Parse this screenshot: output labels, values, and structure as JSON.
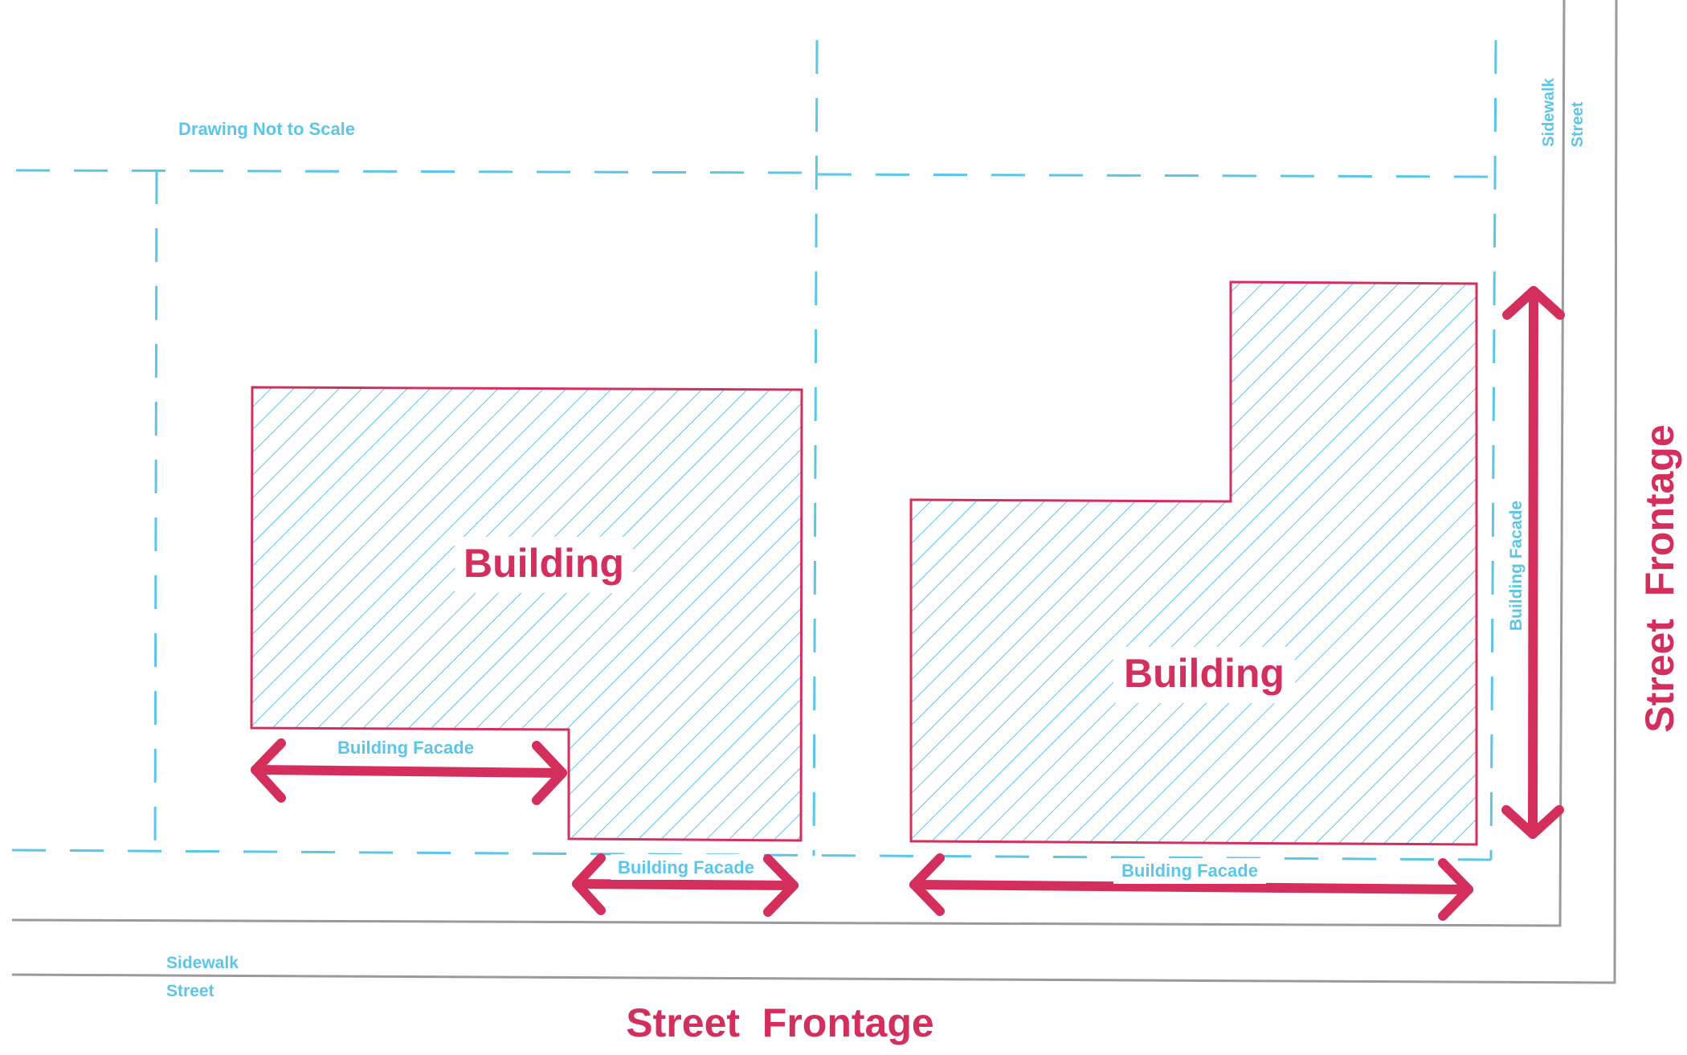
{
  "notice": "Drawing Not to Scale",
  "buildings": [
    {
      "label": "Building"
    },
    {
      "label": "Building"
    }
  ],
  "facades": [
    {
      "label": "Building Facade"
    },
    {
      "label": "Building Facade"
    },
    {
      "label": "Building Facade"
    },
    {
      "label": "Building Facade"
    }
  ],
  "bottom": {
    "sidewalk_label": "Sidewalk",
    "street_label": "Street",
    "frontage_label": "Street  Frontage"
  },
  "right": {
    "sidewalk_label": "Sidewalk",
    "street_label": "Street",
    "frontage_label": "Street  Frontage"
  },
  "colors": {
    "red": "#d42f5c",
    "blue": "#5bc6e8",
    "gray": "#9a9a9a"
  }
}
